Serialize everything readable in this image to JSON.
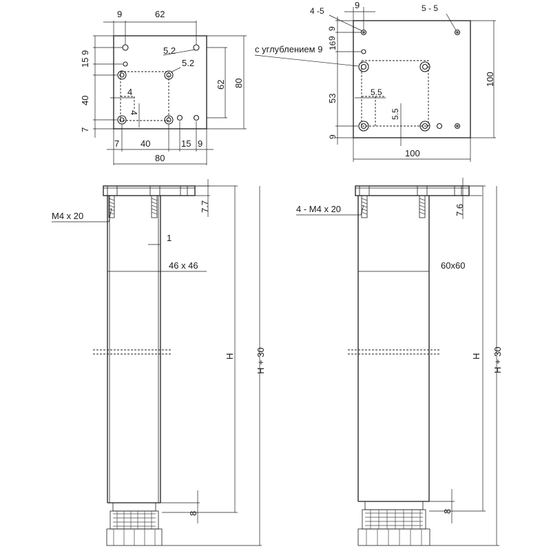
{
  "drawing_left_top": {
    "dims": {
      "d9": "9",
      "d62": "62",
      "d52a": "5.2",
      "d52b": "5.2",
      "d15": "15",
      "d9v": "9",
      "d40v": "40",
      "d7v": "7",
      "d62v": "62",
      "d80v": "80",
      "d4a": "4",
      "d4b": "4",
      "d7b": "7",
      "d40b": "40",
      "d15b": "15",
      "d9b": "9",
      "d80b": "80"
    }
  },
  "drawing_right_top": {
    "dims": {
      "d45": "4 -5",
      "d9t": "9",
      "d9a": "9",
      "d9b": "9",
      "d16": "16",
      "d55": "5 - 5",
      "recess": "с углублением 9",
      "d53": "53",
      "d55h": "5.5",
      "d55v": "5.5",
      "d9c": "9",
      "d100v": "100",
      "d100b": "100"
    }
  },
  "drawing_left_leg": {
    "screw": "M4 x 20",
    "d77": "7.7",
    "d1": "1",
    "section": "46 x 46",
    "h": "H",
    "h30": "H + 30",
    "d8": "8"
  },
  "drawing_right_leg": {
    "screw": "4 - M4 x 20",
    "d76": "7.6",
    "section": "60x60",
    "h": "H",
    "h30": "H + 30",
    "d8": "8"
  }
}
